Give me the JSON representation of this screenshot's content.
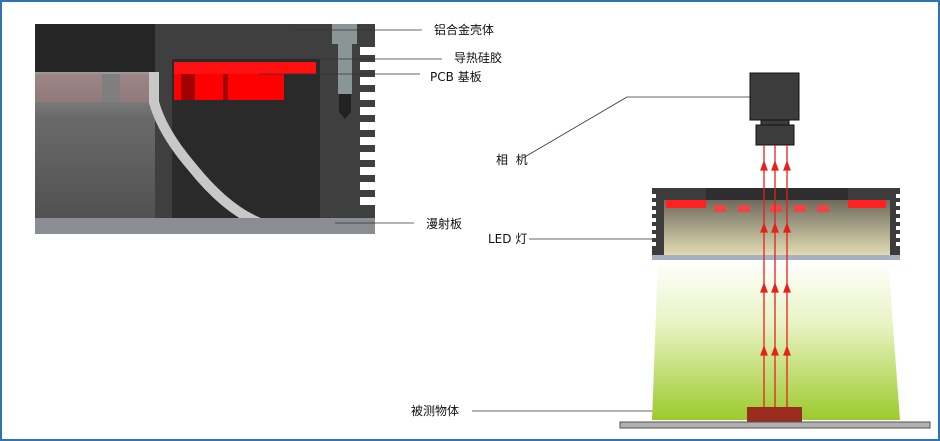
{
  "labels": {
    "housing": "铝合金壳体",
    "thermal_pad": "导热硅胶",
    "pcb": "PCB 基板",
    "diffuser": "漫射板",
    "camera": "相  机",
    "led": "LED 灯",
    "object": "被测物体"
  },
  "colors": {
    "frame": "#2e74b5",
    "housing": "#3c3c3c",
    "led_red": "#ff1010",
    "ray": "#e8201c",
    "light_cone": "#a6cf3a",
    "object": "#9b2d1e"
  }
}
